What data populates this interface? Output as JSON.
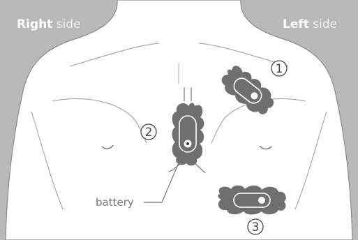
{
  "labels": {
    "right_bold": "Right",
    "right_light": " side",
    "left_bold": "Left",
    "left_light": " side",
    "battery": "battery"
  },
  "markers": [
    {
      "number": "1"
    },
    {
      "number": "2"
    },
    {
      "number": "3"
    }
  ],
  "colors": {
    "background": "#b9b9b9",
    "body": "#ffffff",
    "outline": "#8a8a8a",
    "patch": "#6f6f6f",
    "text": "#444444"
  }
}
